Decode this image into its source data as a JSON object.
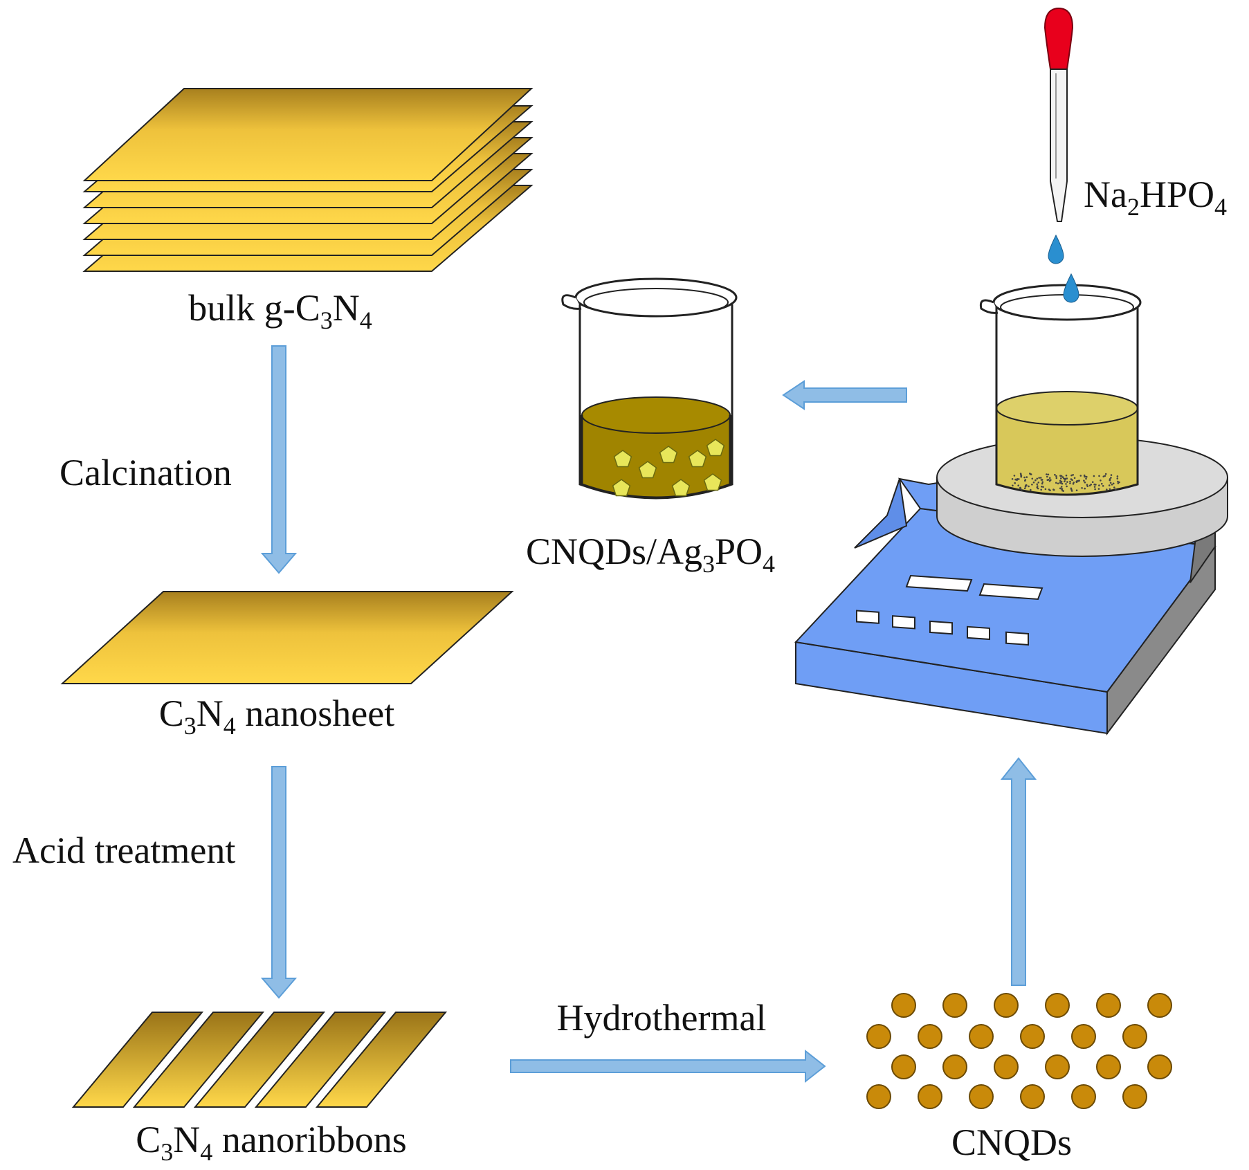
{
  "labels": {
    "bulk": {
      "main": "bulk g-C",
      "sub1": "3",
      "mid": "N",
      "sub2": "4"
    },
    "nanosheet": {
      "pre": "C",
      "sub1": "3",
      "mid": "N",
      "sub2": "4",
      "post": " nanosheet"
    },
    "nanoribbons": {
      "pre": "C",
      "sub1": "3",
      "mid": "N",
      "sub2": "4",
      "post": " nanoribbons"
    },
    "cnqds": "CNQDs",
    "composite": {
      "pre": "CNQDs/Ag",
      "sub1": "3",
      "mid": "PO",
      "sub2": "4"
    },
    "reagent": {
      "pre": "Na",
      "sub1": "2",
      "mid": "HPO",
      "sub2": "4"
    }
  },
  "steps": {
    "calcination": "Calcination",
    "acid": "Acid treatment",
    "hydrothermal": "Hydrothermal"
  },
  "colors": {
    "sheet_light": "#ffd84a",
    "sheet_dark": "#a8801e",
    "arrow": "#8fbde6",
    "arrow_stroke": "#5c9ed8",
    "dot": "#c98a0a",
    "dot_stroke": "#6b4a05",
    "beaker_liquid": "#a08400",
    "stir_liquid": "#d8c85a",
    "stirrer_body": "#6f9ef5",
    "stirrer_side": "#8a8a8a",
    "plate": "#dcdcdc",
    "dropper_bulb": "#e8001c",
    "drop": "#2a8fd0"
  }
}
